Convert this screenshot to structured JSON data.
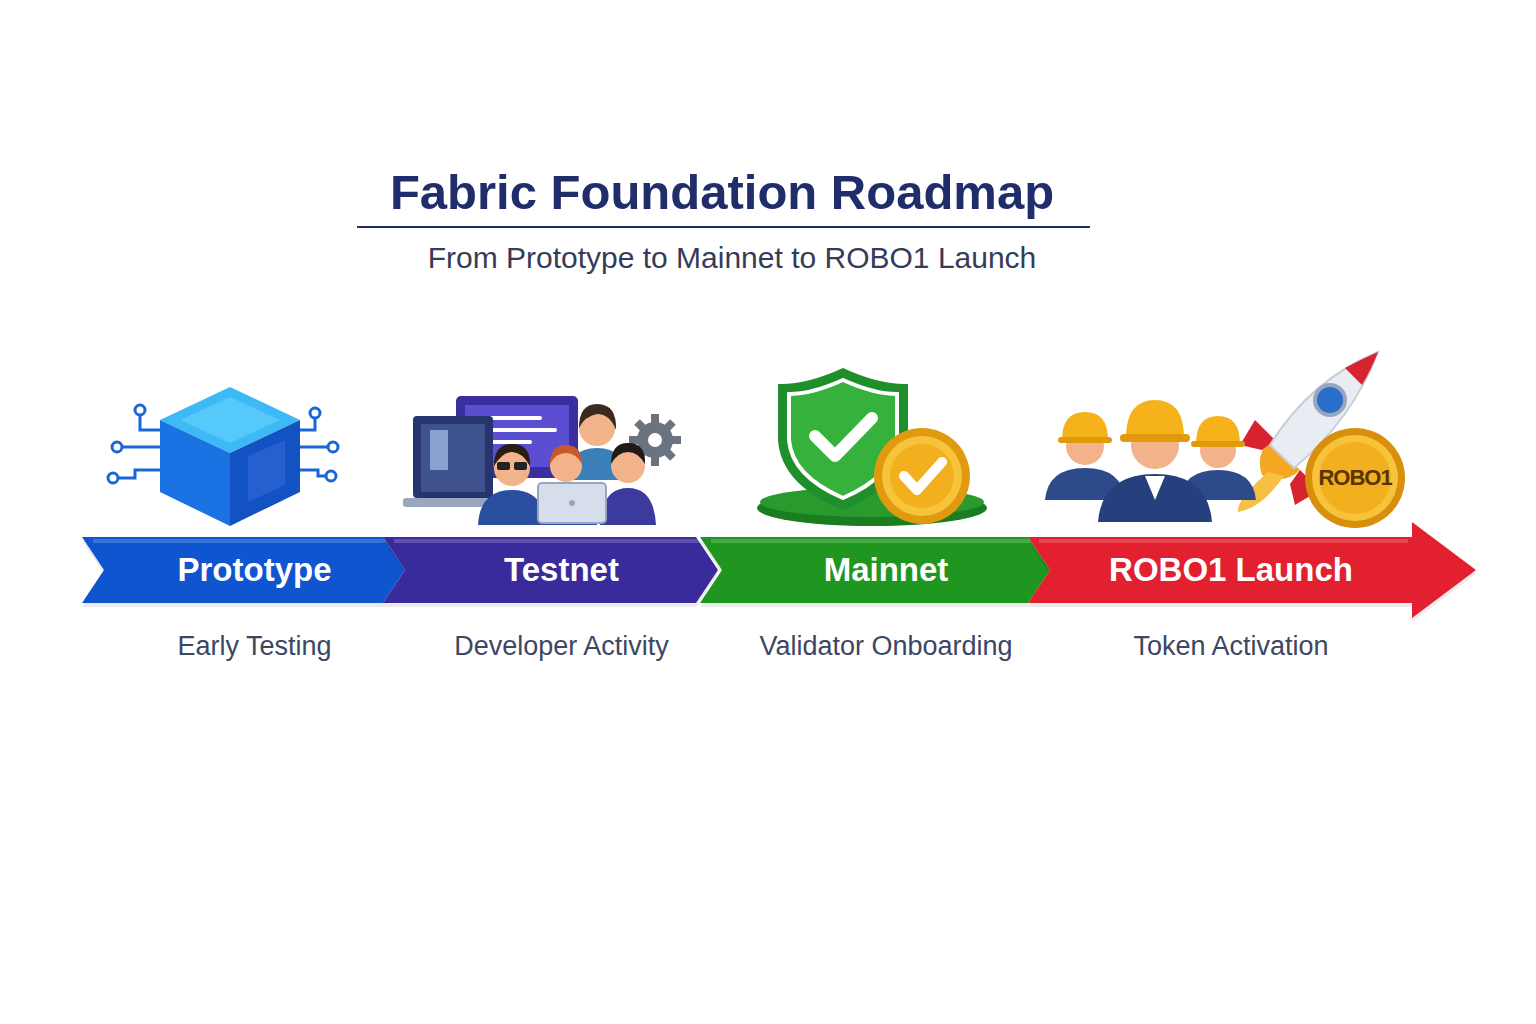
{
  "diagram": {
    "title": "Fabric Foundation Roadmap",
    "nodes": [
      {
        "text": [
          "Prototype",
          "Early Testing"
        ]
      },
      {
        "text": [
          "Testnet",
          "Developer Activity"
        ]
      },
      {
        "text": [
          "Mainnet",
          "Validator Onboarding"
        ]
      },
      {
        "text": [
          "ROBO1 Launch",
          "Token Activation"
        ]
      }
    ],
    "labels": [
      "From Prototype to Mainnet to ROBO1 Launch",
      "ROBO1"
    ]
  }
}
